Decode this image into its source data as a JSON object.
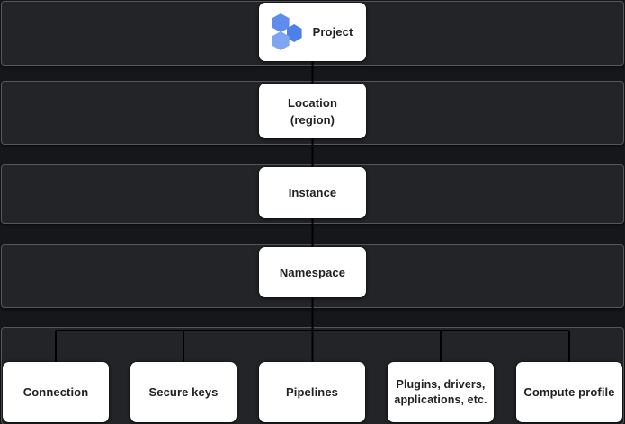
{
  "diagram": {
    "type": "resource-hierarchy",
    "levels": {
      "project": {
        "label": "Project",
        "icon": "hexagon-cluster-icon"
      },
      "location": {
        "label_line1": "Location",
        "label_line2": "(region)"
      },
      "instance": {
        "label": "Instance"
      },
      "namespace": {
        "label": "Namespace"
      }
    },
    "children": {
      "connection": {
        "label": "Connection"
      },
      "secure_keys": {
        "label": "Secure keys"
      },
      "pipelines": {
        "label": "Pipelines"
      },
      "plugins": {
        "label_line1": "Plugins, drivers,",
        "label_line2": "applications, etc."
      },
      "compute_profile": {
        "label": "Compute profile"
      }
    },
    "colors": {
      "canvas_background": "#15171a",
      "band_fill": "#222428",
      "band_border": "#54585d",
      "node_fill": "#ffffff",
      "node_text": "#202124",
      "connector": "#000000",
      "icon_hexagon_top": "#5e8dec",
      "icon_hexagon_right": "#4d81e8",
      "icon_hexagon_bottom": "#7da5f1"
    }
  }
}
